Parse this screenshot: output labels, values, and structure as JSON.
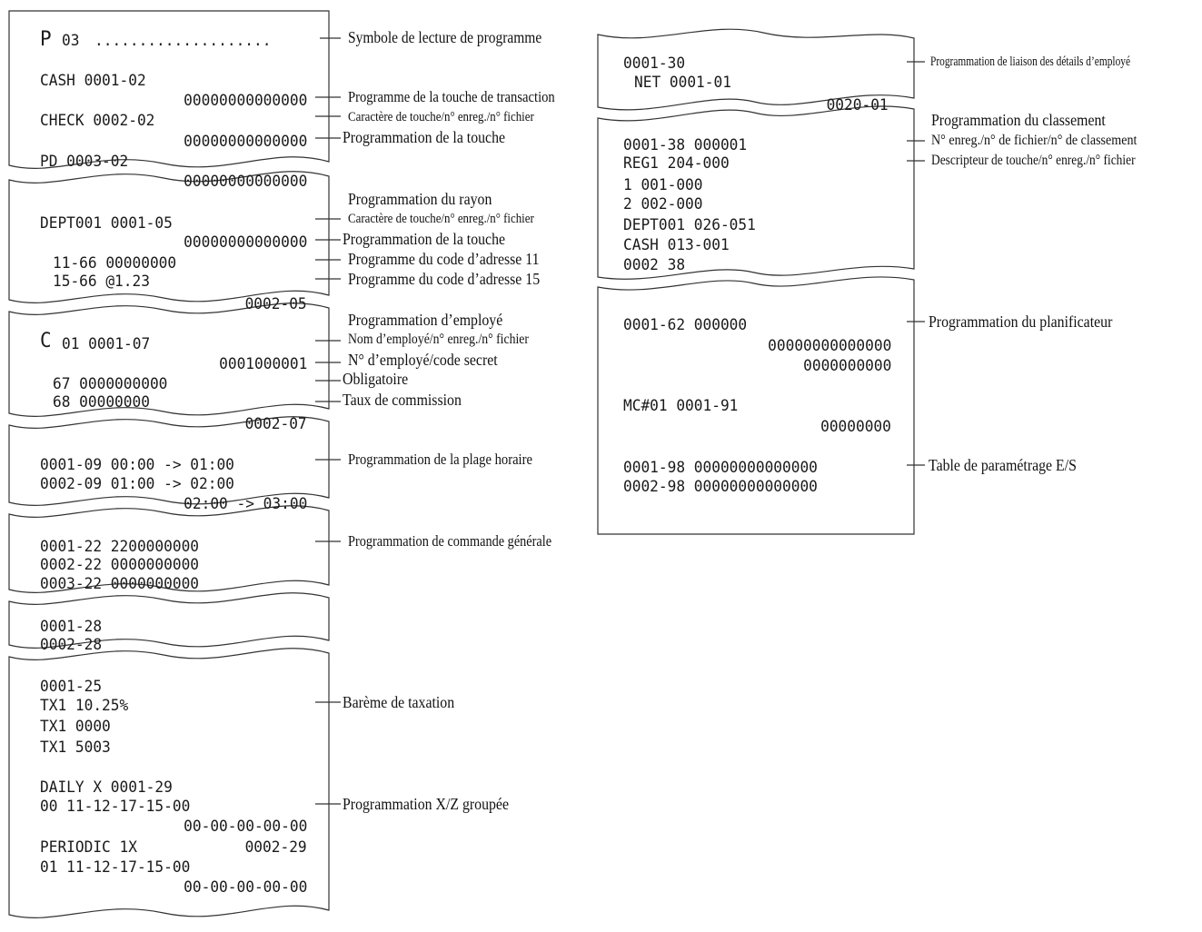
{
  "left_column": {
    "p03": {
      "symbol": "P",
      "code": "03",
      "dots": "....................",
      "cash_line": "CASH 0001-02",
      "cash_value": "00000000000000",
      "check_line": "CHECK 0002-02",
      "check_value": "00000000000000",
      "pd_line": "PD 0003-02",
      "pd_value": "00000000000000"
    },
    "dept": {
      "line1": "DEPT001 0001-05",
      "value1": "00000000000000",
      "line2": "11-66 00000000",
      "line3": "15-66 @1.23",
      "line4": "0002-05"
    },
    "clerk": {
      "symbol": "C",
      "line1": "01 0001-07",
      "value1": "0001000001",
      "line2": "67 0000000000",
      "line3": "68 00000000",
      "line4": "0002-07"
    },
    "time_zone": {
      "line1": "0001-09 00:00 -> 01:00",
      "line2": "0002-09 01:00 -> 02:00",
      "line3": "02:00 -> 03:00"
    },
    "general": {
      "line1": "0001-22 2200000000",
      "line2": "0002-22 0000000000",
      "line3": "0003-22 0000000000"
    },
    "sect28": {
      "line1": "0001-28",
      "line2": "0002-28"
    },
    "tax": {
      "line1": "0001-25",
      "line2": "TX1 10.25%",
      "line3": "TX1 0000",
      "line4": "TX1 5003",
      "line5": "DAILY X 0001-29",
      "line6": "00 11-12-17-15-00",
      "line7": "00-00-00-00-00",
      "line8": "PERIODIC 1X",
      "line8b": "0002-29",
      "line9": "01 11-12-17-15-00",
      "line10": "00-00-00-00-00"
    }
  },
  "right_column": {
    "link": {
      "line1": "0001-30",
      "line2": "NET 0001-01",
      "line3": "0020-01"
    },
    "order": {
      "line1": "0001-38 000001",
      "line2": "REG1 204-000",
      "line3": "1 001-000",
      "line4": "2 002-000",
      "line5": "DEPT001 026-051",
      "line6": "CASH 013-001",
      "line7": "0002 38"
    },
    "sched": {
      "line1": "0001-62 000000",
      "line2": "00000000000000",
      "line3": "0000000000",
      "line4": "MC#01 0001-91",
      "line5": "00000000",
      "line6": "0001-98 00000000000000",
      "line7": "0002-98 00000000000000"
    }
  },
  "labels": {
    "l1": "Symbole de lecture de programme",
    "l2": "Programme de la touche de transaction",
    "l3": "Caractère de touche/n° enreg./n° fichier",
    "l4": "Programmation de la touche",
    "l5": "Programmation du rayon",
    "l6": "Caractère de touche/n° enreg./n° fichier",
    "l7": "Programmation de la touche",
    "l8": "Programme du code d’adresse 11",
    "l9": "Programme du code d’adresse 15",
    "l10": "Programmation d’employé",
    "l11": "Nom d’employé/n° enreg./n° fichier",
    "l12": "N° d’employé/code secret",
    "l13": "Obligatoire",
    "l14": "Taux de commission",
    "l15": "Programmation de la plage horaire",
    "l16": "Programmation de commande générale",
    "l17": "Barème de taxation",
    "l18": "Programmation X/Z groupée",
    "r1": "Programmation de liaison des détails d’employé",
    "r2": "Programmation du classement",
    "r3": "N° enreg./n° de fichier/n° de classement",
    "r4": "Descripteur de touche/n° enreg./n° fichier",
    "r5": "Programmation du planificateur",
    "r6": "Table de paramétrage E/S"
  }
}
